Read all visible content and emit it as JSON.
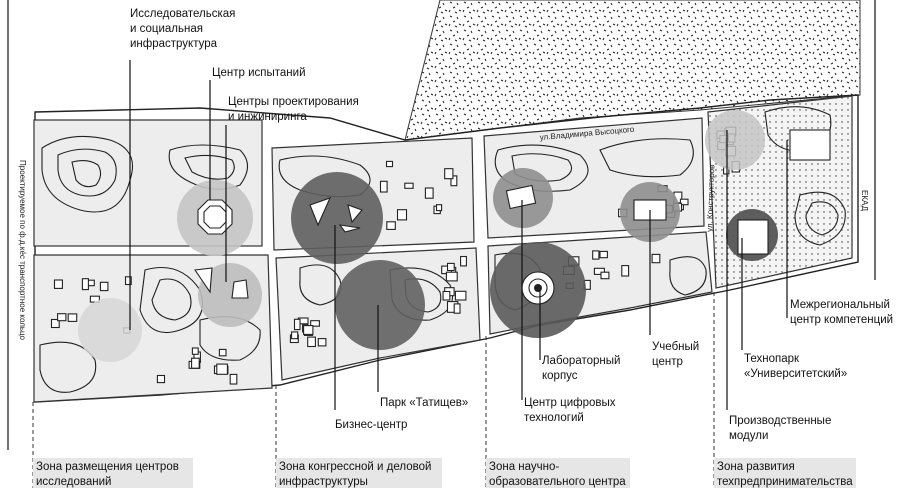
{
  "labels": {
    "research_infra": [
      "Исследовательская",
      "и социальная",
      "инфраструктура"
    ],
    "test_center": "Центр испытаний",
    "design_centers": [
      "Центры проектирования",
      "и инжиниринга"
    ],
    "business_center": "Бизнес-центр",
    "park": "Парк «Татищев»",
    "lab_building": [
      "Лабораторный",
      "корпус"
    ],
    "digital_center": [
      "Центр цифровых",
      "технологий"
    ],
    "training_center": [
      "Учебный",
      "центр"
    ],
    "competence_center": [
      "Межрегиональный",
      "центр компетенций"
    ],
    "technopark": [
      "Технопарк",
      "«Университетский»"
    ],
    "production_modules": [
      "Производственные",
      "модули"
    ]
  },
  "zones": [
    [
      "Зона размещения центров",
      "исследований"
    ],
    [
      "Зона конгрессной и деловой",
      "инфраструктуры"
    ],
    [
      "Зона научно-",
      "образовательного центра"
    ],
    [
      "Зона развития",
      "техпредпринимательства"
    ]
  ],
  "streets": {
    "vysotsky": "ул.Владимира Высоцкого",
    "konstruktorov": "ул. Конструкторов",
    "ekad": "ЕКАД",
    "ring": "Проектируемое по ф.д.ке́с транспортное кольцо"
  },
  "colors": {
    "circle_light": "#c8c8c8",
    "circle_mid": "#8a8a8a",
    "circle_dark": "#555555",
    "block_fill": "#ededed"
  }
}
